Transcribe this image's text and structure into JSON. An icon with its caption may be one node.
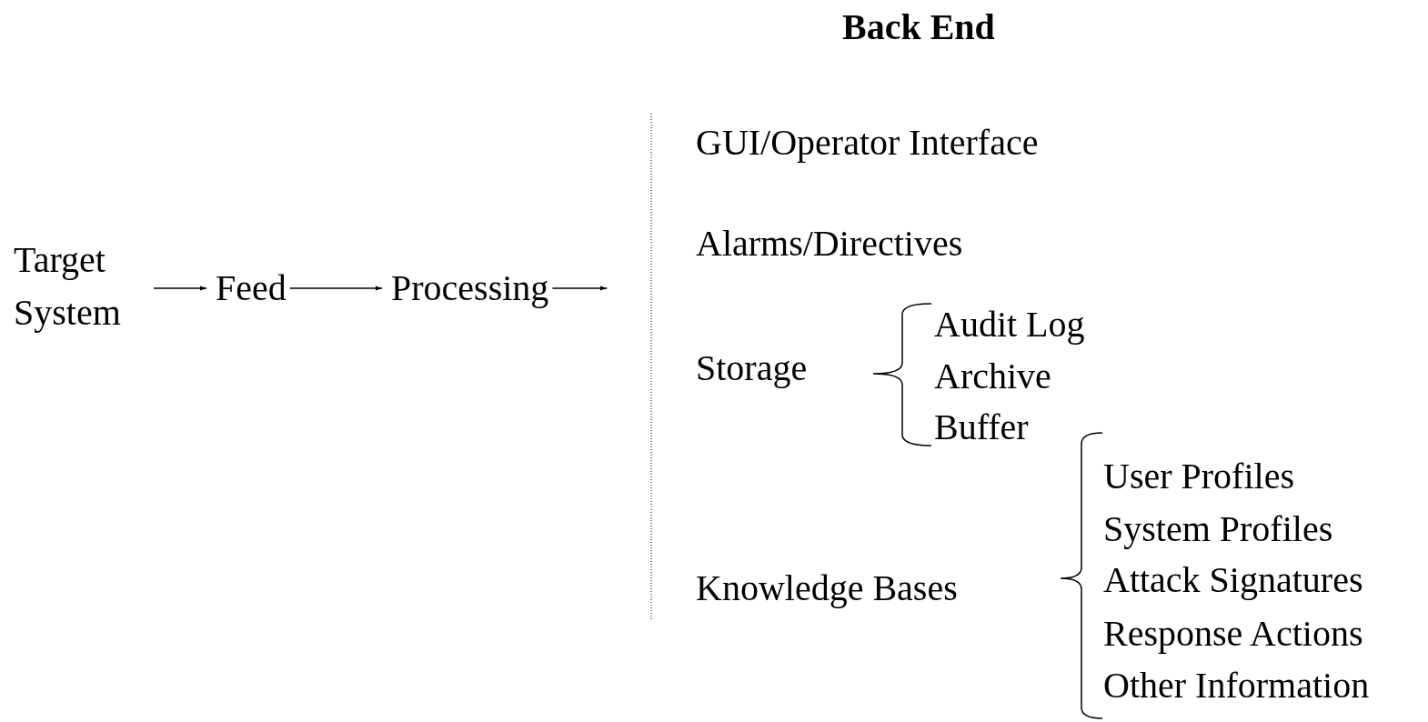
{
  "diagram": {
    "title": "Back End",
    "nodes": [
      {
        "text": [
          "Target System"
        ]
      },
      {
        "text": [
          "Feed"
        ]
      },
      {
        "text": [
          "Processing"
        ]
      }
    ],
    "edges": [
      {
        "from": 0,
        "to": 1,
        "arrow": "to"
      },
      {
        "from": 1,
        "to": 2,
        "arrow": "to"
      },
      {
        "from": 2,
        "to": null,
        "arrow": "to"
      }
    ],
    "labels": [
      "GUI/Operator Interface",
      "Alarms/Directives",
      "Storage",
      "Audit Log",
      "Archive",
      "Buffer",
      "Knowledge Bases",
      "User Profiles",
      "System Profiles",
      "Attack Signatures",
      "Response Actions",
      "Other Information"
    ]
  }
}
